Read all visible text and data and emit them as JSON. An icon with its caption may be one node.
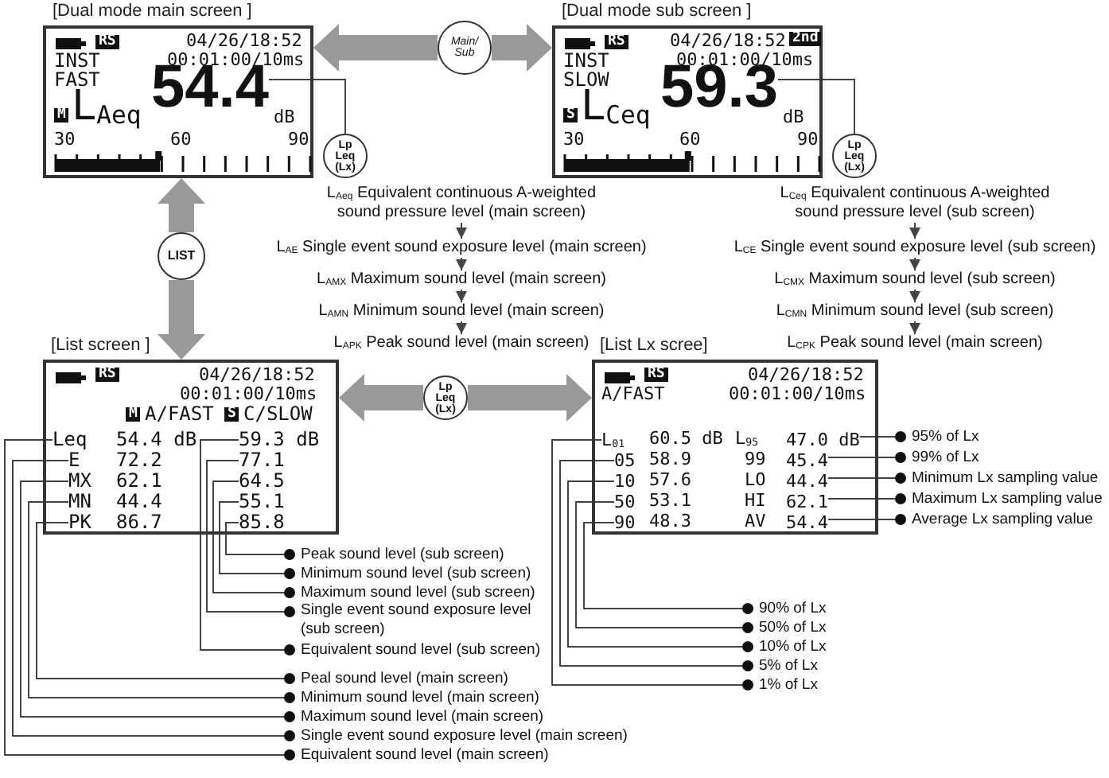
{
  "diagram": {
    "nodes": [
      {
        "text": [
          "[Dual mode main screen ]",
          "RS",
          "04/26/18:52",
          "INST",
          "00:01:00/10ms",
          "FAST",
          "M",
          "L$_{Aeq}$",
          "dB",
          "30",
          "60",
          "90"
        ]
      },
      {
        "text": [
          "54.4"
        ],
        "in": 0
      },
      {
        "text": [
          "Lp Leq (Lx)"
        ]
      },
      {
        "text": [
          "Main/ Sub"
        ]
      },
      {
        "text": [
          "[Dual mode sub screen ]",
          "RS",
          "04/26/18:52",
          "2nd",
          "INST",
          "00:01:00/10ms",
          "SLOW",
          "S",
          "L$_{Ceq}$",
          "dB",
          "30",
          "60",
          "90"
        ]
      },
      {
        "text": [
          "59.3"
        ],
        "in": 4
      },
      {
        "text": [
          "Lp Leq (Lx)"
        ]
      },
      {
        "text": [
          "L$_{Aeq}$ Equivalent continuous A-weighted sound pressure level (main screen)"
        ]
      },
      {
        "text": [
          "L$_{AE}$ Single event sound exposure level (main screen)"
        ]
      },
      {
        "text": [
          "L$_{AMX}$ Maximum sound level (main screen)"
        ]
      },
      {
        "text": [
          "L$_{AMN}$ Minimum sound level (main screen)"
        ]
      },
      {
        "text": [
          "L$_{APK}$ Peak sound level (main screen)"
        ]
      },
      {
        "text": [
          "L$_{Ceq}$ Equivalent continuous A-weighted sound pressure level (sub screen)"
        ]
      },
      {
        "text": [
          "L$_{CE}$ Single event sound exposure level (sub screen)"
        ]
      },
      {
        "text": [
          "L$_{CMX}$ Maximum sound level (sub screen)"
        ]
      },
      {
        "text": [
          "L$_{CMN}$ Minimum sound level (sub screen)"
        ]
      },
      {
        "text": [
          "L$_{CPK}$ Peak sound level (main screen)"
        ]
      },
      {
        "text": [
          "LIST"
        ]
      },
      {
        "text": [
          "[List screen ]",
          "RS",
          "04/26/18:52",
          "00:01:00/10ms",
          "M",
          "A/FAST",
          "S",
          "C/SLOW",
          "54.4 dB",
          "72.2",
          "62.1",
          "44.4",
          "86.7"
        ]
      },
      {
        "text": [
          "Leq"
        ],
        "in": 18
      },
      {
        "text": [
          "E"
        ],
        "in": 18
      },
      {
        "text": [
          "MX"
        ],
        "in": 18
      },
      {
        "text": [
          "MN"
        ],
        "in": 18
      },
      {
        "text": [
          "PK"
        ],
        "in": 18
      },
      {
        "text": [
          "59.3 dB"
        ],
        "in": 18
      },
      {
        "text": [
          "77.1"
        ],
        "in": 18
      },
      {
        "text": [
          "64.5"
        ],
        "in": 18
      },
      {
        "text": [
          "55.1"
        ],
        "in": 18
      },
      {
        "text": [
          "85.8"
        ],
        "in": 18
      },
      {
        "text": [
          "Lp Leq (Lx)"
        ]
      },
      {
        "text": [
          "[List Lx scree]",
          "RS",
          "04/26/18:52",
          "A/FAST",
          "00:01:00/10ms",
          "60.5 dB",
          "58.9",
          "57.6",
          "53.1",
          "48.3",
          "L$_{95}$",
          "99",
          "LO",
          "HI",
          "AV"
        ]
      },
      {
        "text": [
          "L$_{01}$"
        ],
        "in": 30
      },
      {
        "text": [
          "05"
        ],
        "in": 30
      },
      {
        "text": [
          "10"
        ],
        "in": 30
      },
      {
        "text": [
          "50"
        ],
        "in": 30
      },
      {
        "text": [
          "90"
        ],
        "in": 30
      },
      {
        "text": [
          "47.0 dB"
        ],
        "in": 30
      },
      {
        "text": [
          "45.4"
        ],
        "in": 30
      },
      {
        "text": [
          "44.4"
        ],
        "in": 30
      },
      {
        "text": [
          "62.1"
        ],
        "in": 30
      },
      {
        "text": [
          "54.4"
        ],
        "in": 30
      },
      {
        "text": [
          "95% of Lx"
        ]
      },
      {
        "text": [
          "99% of Lx"
        ]
      },
      {
        "text": [
          "Minimum Lx sampling value"
        ]
      },
      {
        "text": [
          "Maximum Lx sampling value"
        ]
      },
      {
        "text": [
          "Average Lx sampling value"
        ]
      },
      {
        "text": [
          "Peak sound level (sub screen)"
        ]
      },
      {
        "text": [
          "Minimum sound level (sub screen)"
        ]
      },
      {
        "text": [
          "Maximum sound level (sub screen)"
        ]
      },
      {
        "text": [
          "Single event sound exposure level (sub screen)"
        ]
      },
      {
        "text": [
          "Equivalent sound level (sub screen)"
        ]
      },
      {
        "text": [
          "Peal sound level (main screen)"
        ]
      },
      {
        "text": [
          "Minimum sound level (main screen)"
        ]
      },
      {
        "text": [
          "Maximum sound level (main screen)"
        ]
      },
      {
        "text": [
          "Single event sound exposure level (main screen)"
        ]
      },
      {
        "text": [
          "Equivalent sound level (main screen)"
        ]
      },
      {
        "text": [
          "90% of Lx"
        ]
      },
      {
        "text": [
          "50% of Lx"
        ]
      },
      {
        "text": [
          "10% of Lx"
        ]
      },
      {
        "text": [
          "5% of Lx"
        ]
      },
      {
        "text": [
          "1% of Lx"
        ]
      }
    ],
    "edges": [
      {
        "from": 1,
        "to": 2,
        "arrow": "none"
      },
      {
        "from": 3,
        "to": 0,
        "arrow": "to",
        "style": "thick",
        "color": "#999999"
      },
      {
        "from": 3,
        "to": 4,
        "arrow": "to",
        "style": "thick",
        "color": "#999999"
      },
      {
        "from": 5,
        "to": 6,
        "arrow": "none"
      },
      {
        "from": 7,
        "to": 8,
        "arrow": "to"
      },
      {
        "from": 8,
        "to": 9,
        "arrow": "to"
      },
      {
        "from": 9,
        "to": 10,
        "arrow": "to"
      },
      {
        "from": 10,
        "to": 11,
        "arrow": "to"
      },
      {
        "from": 12,
        "to": 13,
        "arrow": "to"
      },
      {
        "from": 13,
        "to": 14,
        "arrow": "to"
      },
      {
        "from": 14,
        "to": 15,
        "arrow": "to"
      },
      {
        "from": 15,
        "to": 16,
        "arrow": "to"
      },
      {
        "from": 17,
        "to": 0,
        "arrow": "to",
        "style": "thick",
        "color": "#999999"
      },
      {
        "from": 17,
        "to": 18,
        "arrow": "to",
        "style": "thick",
        "color": "#999999"
      },
      {
        "from": 29,
        "to": 18,
        "arrow": "to",
        "style": "thick",
        "color": "#999999"
      },
      {
        "from": 29,
        "to": 30,
        "arrow": "to",
        "style": "thick",
        "color": "#999999"
      },
      {
        "from": 41,
        "to": 36,
        "arrow": "other"
      },
      {
        "from": 42,
        "to": 37,
        "arrow": "other"
      },
      {
        "from": 43,
        "to": 38,
        "arrow": "other"
      },
      {
        "from": 44,
        "to": 39,
        "arrow": "other"
      },
      {
        "from": 45,
        "to": 40,
        "arrow": "other"
      },
      {
        "from": 46,
        "to": 28,
        "arrow": "other"
      },
      {
        "from": 47,
        "to": 27,
        "arrow": "other"
      },
      {
        "from": 48,
        "to": 26,
        "arrow": "other"
      },
      {
        "from": 49,
        "to": 25,
        "arrow": "other"
      },
      {
        "from": 50,
        "to": 24,
        "arrow": "other"
      },
      {
        "from": 51,
        "to": 23,
        "arrow": "other"
      },
      {
        "from": 52,
        "to": 22,
        "arrow": "other"
      },
      {
        "from": 53,
        "to": 21,
        "arrow": "other"
      },
      {
        "from": 54,
        "to": 20,
        "arrow": "other"
      },
      {
        "from": 55,
        "to": 19,
        "arrow": "other"
      },
      {
        "from": 56,
        "to": 35,
        "arrow": "other"
      },
      {
        "from": 57,
        "to": 34,
        "arrow": "other"
      },
      {
        "from": 58,
        "to": 33,
        "arrow": "other"
      },
      {
        "from": 59,
        "to": 32,
        "arrow": "other"
      },
      {
        "from": 60,
        "to": 31,
        "arrow": "other"
      }
    ]
  }
}
